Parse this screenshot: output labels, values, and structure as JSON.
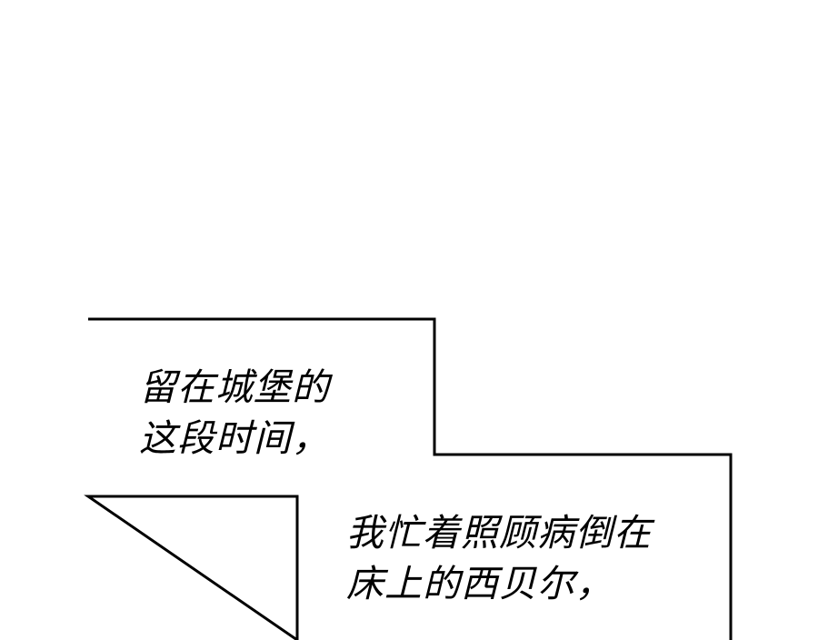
{
  "captions": [
    {
      "lines": [
        "留在城堡的",
        "这段时间，"
      ]
    },
    {
      "lines": [
        "我忙着照顾病倒在",
        "床上的西贝尔，"
      ]
    }
  ]
}
